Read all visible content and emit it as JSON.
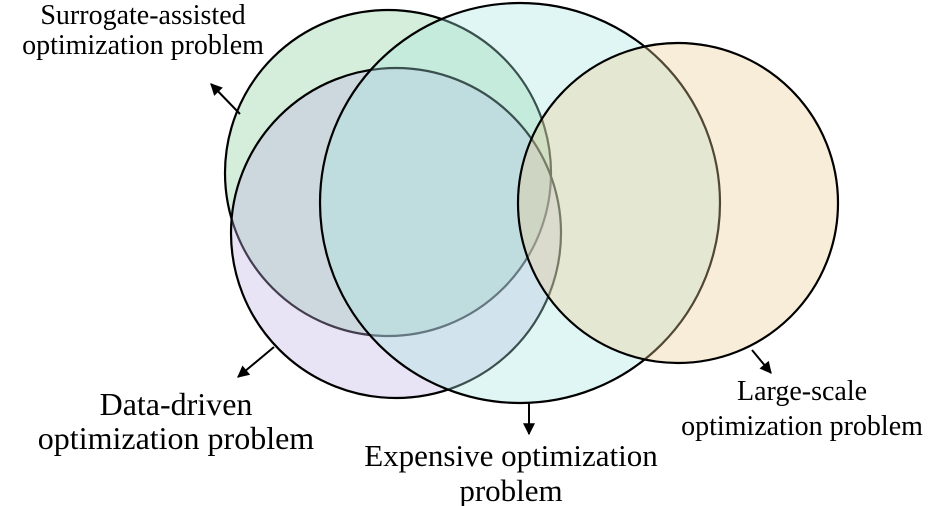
{
  "diagram": {
    "background_color": "#ffffff",
    "outline_color": "#000000",
    "text_color": "#000000",
    "sets": [
      {
        "id": "surrogate_assisted",
        "label_line1": "Surrogate-assisted",
        "label_line2": "optimization problem",
        "fill_color": "#86ce97",
        "fill_opacity": "0.35"
      },
      {
        "id": "data_driven",
        "label_line1": "Data-driven",
        "label_line2": "optimization problem",
        "fill_color": "#beafe1",
        "fill_opacity": "0.35"
      },
      {
        "id": "expensive",
        "label_line1": "Expensive optimization",
        "label_line2": "problem",
        "fill_color": "#a5e5df",
        "fill_opacity": "0.35"
      },
      {
        "id": "large_scale",
        "label_line1": "Large-scale",
        "label_line2": "optimization problem",
        "fill_color": "#ebcc92",
        "fill_opacity": "0.35"
      }
    ]
  }
}
